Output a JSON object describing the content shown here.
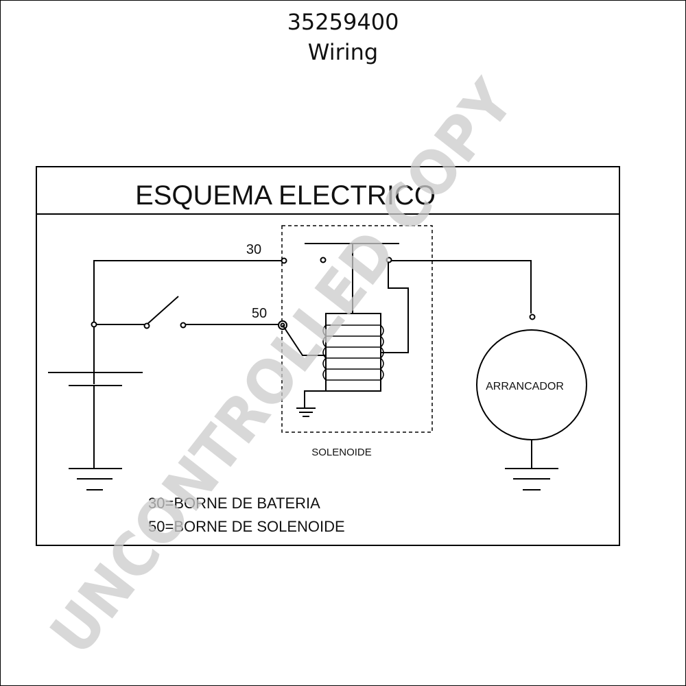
{
  "header": {
    "part_number": "35259400",
    "subtitle": "Wiring"
  },
  "diagram": {
    "title": "ESQUEMA ELECTRICO",
    "terminal_30": "30",
    "terminal_50": "50",
    "solenoid_label": "SOLENOIDE",
    "motor_label": "ARRANCADOR",
    "legend": [
      "30=BORNE DE BATERIA",
      "50=BORNE DE SOLENOIDE"
    ]
  },
  "watermark": "UNCONTROLLED COPY",
  "colors": {
    "line": "#000000",
    "watermark": "#cccccc"
  }
}
